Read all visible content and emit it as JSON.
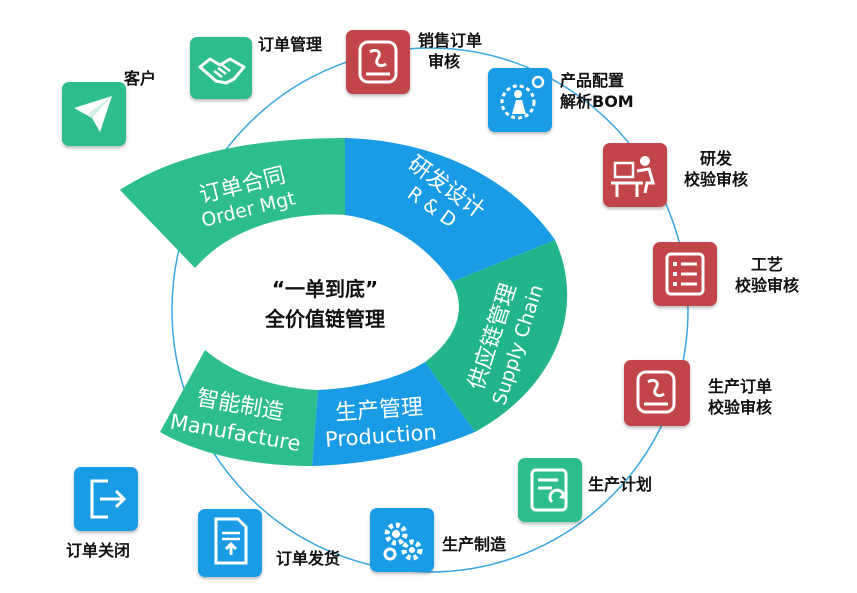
{
  "center": {
    "line1": "“一单到底”",
    "line2": "全价值链管理"
  },
  "segments": [
    {
      "cn": "订单合同",
      "en": "Order Mgt",
      "color": "#2ebd8f"
    },
    {
      "cn": "研发设计",
      "en": "R & D",
      "color": "#1a9be6"
    },
    {
      "cn": "供应链管理",
      "en": "Supply Chain",
      "color": "#22b58c"
    },
    {
      "cn": "生产管理",
      "en": "Production",
      "color": "#1a9be6"
    },
    {
      "cn": "智能制造",
      "en": "Manufacture",
      "color": "#2ebd8f"
    }
  ],
  "steps": [
    {
      "label": [
        "客户"
      ],
      "icon": "paper-plane-icon",
      "color": "green"
    },
    {
      "label": [
        "订单管理"
      ],
      "icon": "handshake-icon",
      "color": "green"
    },
    {
      "label": [
        "销售订单",
        "审核"
      ],
      "icon": "document-check-icon",
      "color": "red"
    },
    {
      "label": [
        "产品配置",
        "解析BOM"
      ],
      "icon": "gear-person-icon",
      "color": "blue"
    },
    {
      "label": [
        "研发",
        "校验审核"
      ],
      "icon": "desk-worker-icon",
      "color": "red"
    },
    {
      "label": [
        "工艺",
        "校验审核"
      ],
      "icon": "checklist-icon",
      "color": "red"
    },
    {
      "label": [
        "生产订单",
        "校验审核"
      ],
      "icon": "document-check-icon",
      "color": "red"
    },
    {
      "label": [
        "生产计划"
      ],
      "icon": "schedule-refresh-icon",
      "color": "green"
    },
    {
      "label": [
        "生产制造"
      ],
      "icon": "gears-icon",
      "color": "blue"
    },
    {
      "label": [
        "订单发货"
      ],
      "icon": "shipping-document-icon",
      "color": "blue"
    },
    {
      "label": [
        "订单关闭"
      ],
      "icon": "exit-icon",
      "color": "blue"
    }
  ]
}
